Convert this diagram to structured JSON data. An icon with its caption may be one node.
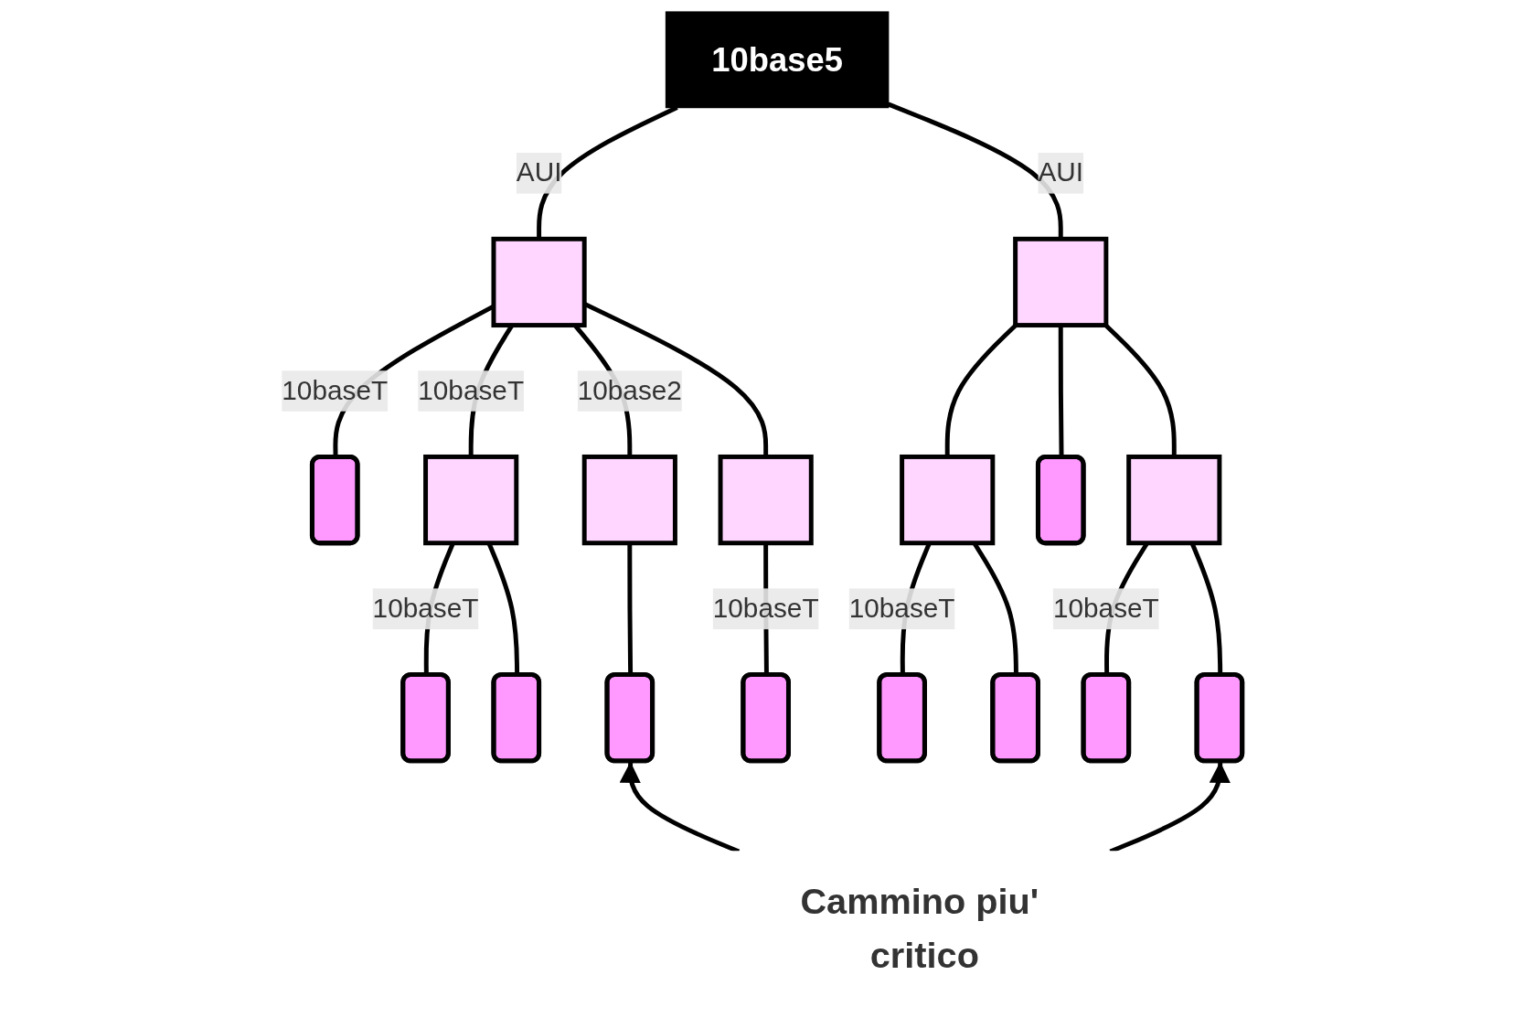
{
  "diagram": {
    "nodes": [
      {
        "text": [
          "10base5"
        ]
      },
      {
        "text": [],
        "shape": "box"
      },
      {
        "text": [],
        "shape": "box"
      },
      {
        "text": [],
        "shape": "box"
      },
      {
        "text": [],
        "shape": "box"
      },
      {
        "text": [],
        "shape": "box"
      },
      {
        "text": [],
        "shape": "box"
      },
      {
        "text": [],
        "shape": "box"
      },
      {
        "text": [],
        "shape": "box"
      },
      {
        "text": [],
        "shape": "box"
      },
      {
        "text": [],
        "shape": "box"
      },
      {
        "text": [],
        "shape": "box"
      },
      {
        "text": [],
        "shape": "box"
      },
      {
        "text": [],
        "shape": "box"
      },
      {
        "text": [],
        "shape": "box"
      },
      {
        "text": [],
        "shape": "box"
      },
      {
        "text": [],
        "shape": "box"
      },
      {
        "text": [],
        "shape": "box"
      },
      {
        "text": [
          "Cammino piu' critico"
        ]
      }
    ],
    "edges": [
      {
        "from": 0,
        "to": 1,
        "arrow": "none",
        "label": "AUI"
      },
      {
        "from": 1,
        "to": 2,
        "arrow": "none",
        "label": "10baseT"
      },
      {
        "from": 1,
        "to": 3,
        "arrow": "none",
        "label": "10base2"
      },
      {
        "from": 1,
        "to": 4,
        "arrow": "none"
      },
      {
        "from": 1,
        "to": 5,
        "arrow": "none",
        "label": "10baseT"
      },
      {
        "from": 5,
        "to": 6,
        "arrow": "none",
        "label": "10baseT"
      },
      {
        "from": 5,
        "to": 7,
        "arrow": "none"
      },
      {
        "from": 3,
        "to": 8,
        "arrow": "none"
      },
      {
        "from": 4,
        "to": 9,
        "arrow": "none",
        "label": "10baseT"
      },
      {
        "from": 0,
        "to": 10,
        "arrow": "none",
        "label": "AUI"
      },
      {
        "from": 10,
        "to": 11,
        "arrow": "none"
      },
      {
        "from": 10,
        "to": 12,
        "arrow": "none"
      },
      {
        "from": 10,
        "to": 13,
        "arrow": "none"
      },
      {
        "from": 11,
        "to": 14,
        "arrow": "none",
        "label": "10baseT"
      },
      {
        "from": 11,
        "to": 15,
        "arrow": "none"
      },
      {
        "from": 13,
        "to": 16,
        "arrow": "none",
        "label": "10baseT"
      },
      {
        "from": 13,
        "to": 17,
        "arrow": "none"
      },
      {
        "from": 18,
        "to": 8,
        "arrow": "to"
      },
      {
        "from": 18,
        "to": 17,
        "arrow": "to"
      }
    ]
  }
}
